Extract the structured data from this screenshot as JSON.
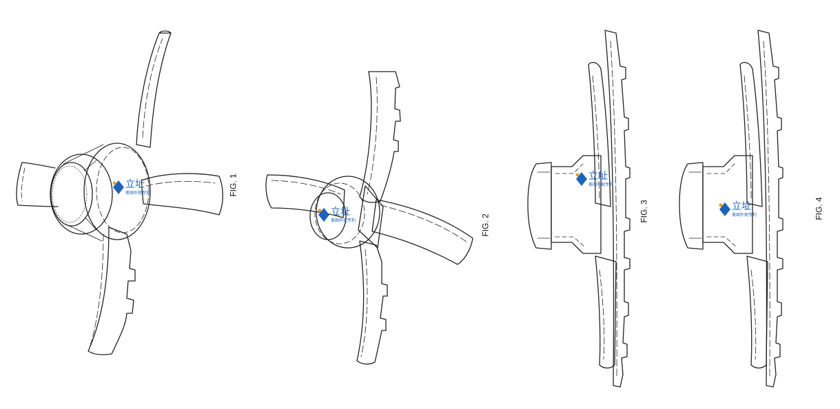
{
  "figures": [
    {
      "id": "fig1",
      "label": "FIG. 1"
    },
    {
      "id": "fig2",
      "label": "FIG. 2"
    },
    {
      "id": "fig3",
      "label": "FIG. 3"
    },
    {
      "id": "fig4",
      "label": "FIG. 4"
    }
  ],
  "watermark": {
    "brand": "立址",
    "sub": "美国外观专利",
    "colors": {
      "blue": "#1f63b8",
      "orange": "#f39a1e"
    }
  },
  "colors": {
    "line": "#222222",
    "background": "#ffffff"
  }
}
